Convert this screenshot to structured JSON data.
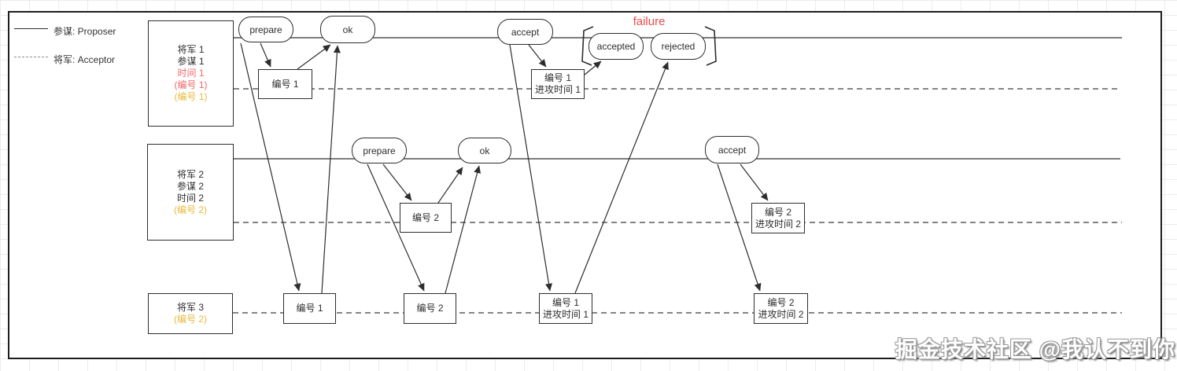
{
  "colors": {
    "accent_red": "#f2676b",
    "accent_yellow": "#e9ba3c",
    "failure_red": "#ee4b4b",
    "line_black": "#2d2d2d"
  },
  "legend": {
    "proposer_label": "参谋: Proposer",
    "acceptor_label": "将军: Acceptor"
  },
  "generals": {
    "g1": {
      "line1": "将军 1",
      "line2": "参谋 1",
      "line3": "时间 1",
      "line4": "(编号 1)",
      "line5": "(编号 1)"
    },
    "g2": {
      "line1": "将军 2",
      "line2": "参谋 2",
      "line3": "时间 2",
      "line4": "(编号 2)"
    },
    "g3": {
      "line1": "将军 3",
      "line2": "(编号 2)"
    }
  },
  "round1": {
    "prepare": "prepare",
    "ok": "ok",
    "accept": "accept",
    "accepted": "accepted",
    "rejected": "rejected",
    "failure": "failure",
    "proposal_box": "编号 1",
    "accept_box_line1": "编号 1",
    "accept_box_line2": "进攻时间 1"
  },
  "round2": {
    "prepare": "prepare",
    "ok": "ok",
    "accept": "accept",
    "proposal_box": "编号 2",
    "accept_box_line1": "编号 2",
    "accept_box_line2": "进攻时间 2"
  },
  "acceptor_row": {
    "num1": "编号 1",
    "num2": "编号 2",
    "attack1_line1": "编号 1",
    "attack1_line2": "进攻时间 1",
    "attack2_line1": "编号 2",
    "attack2_line2": "进攻时间 2"
  },
  "watermark": "掘金技术社区 @我认不到你"
}
